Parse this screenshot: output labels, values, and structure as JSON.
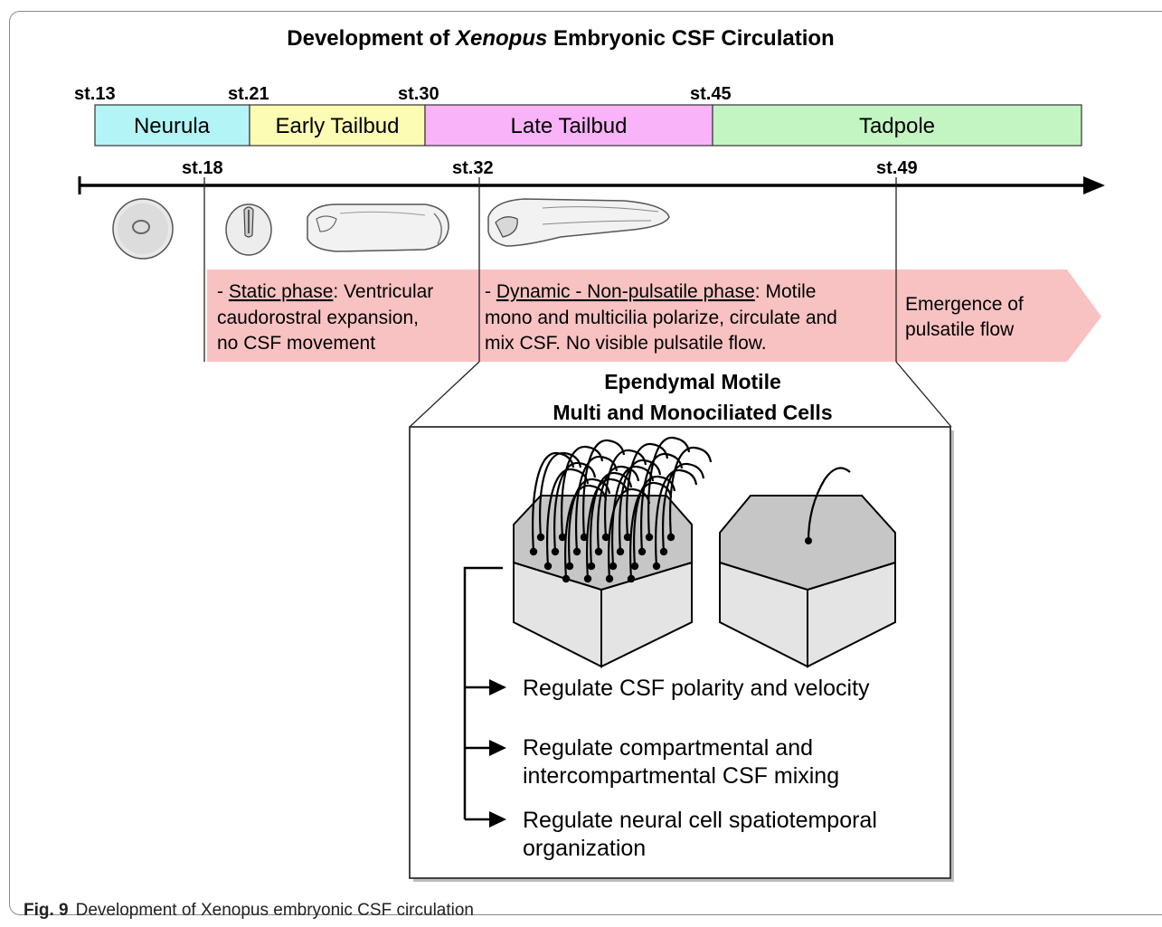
{
  "title": {
    "prefix": "Development of ",
    "italic": "Xenopus",
    "suffix": " Embryonic CSF Circulation"
  },
  "stage_labels_top": {
    "st13": "st.13",
    "st21": "st.21",
    "st30": "st.30",
    "st45": "st.45"
  },
  "stage_bars": {
    "neurula": "Neurula",
    "early_tailbud": "Early Tailbud",
    "late_tailbud": "Late Tailbud",
    "tadpole": "Tadpole"
  },
  "stage_labels_axis": {
    "st18": "st.18",
    "st32": "st.32",
    "st49": "st.49"
  },
  "phases": {
    "static": {
      "line1_prefix": "- ",
      "line1_underlined": "Static phase",
      "line1_suffix": ": Ventricular",
      "line2": "caudorostral expansion,",
      "line3": "no CSF movement"
    },
    "dynamic": {
      "line1_prefix": "- ",
      "line1_underlined": "Dynamic - Non-pulsatile phase",
      "line1_suffix": ": Motile",
      "line2": "mono and multicilia polarize, circulate and",
      "line3": "mix CSF. No visible pulsatile flow."
    },
    "pulsatile": {
      "line1": "Emergence of",
      "line2": "pulsatile flow"
    }
  },
  "cells_box": {
    "title_line1": "Ependymal Motile",
    "title_line2": "Multi and Monociliated Cells",
    "functions": [
      {
        "line1": "Regulate CSF polarity and velocity",
        "line2": ""
      },
      {
        "line1": "Regulate compartmental and",
        "line2": "intercompartmental CSF mixing"
      },
      {
        "line1": "Regulate neural cell spatiotemporal",
        "line2": "organization"
      }
    ]
  },
  "caption": {
    "label": "Fig. 9",
    "text": "Development of Xenopus embryonic CSF circulation"
  },
  "colors": {
    "neurula": "#b3f4f7",
    "early_tailbud": "#fdfcb4",
    "late_tailbud": "#f9b3f8",
    "tadpole": "#c2f5c2",
    "phase_band": "#f8c2c2",
    "cell_top": "#c6c6c6",
    "cell_side": "#e4e4e4"
  }
}
